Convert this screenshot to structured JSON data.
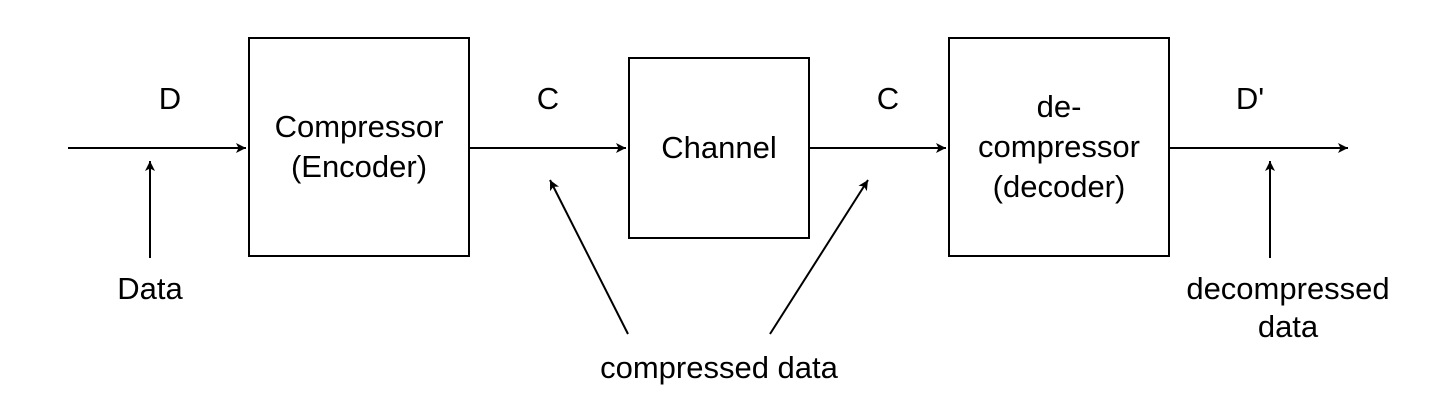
{
  "blocks": {
    "compressor": "Compressor\n(Encoder)",
    "channel": "Channel",
    "decompressor": "de-\ncompressor\n(decoder)"
  },
  "signals": {
    "input": "D",
    "compressed_1": "C",
    "compressed_2": "C",
    "output": "D'"
  },
  "annotations": {
    "data": "Data",
    "compressed_data": "compressed data",
    "decompressed_data": "decompressed\ndata"
  },
  "colors": {
    "stroke": "#000000",
    "background": "#ffffff"
  }
}
